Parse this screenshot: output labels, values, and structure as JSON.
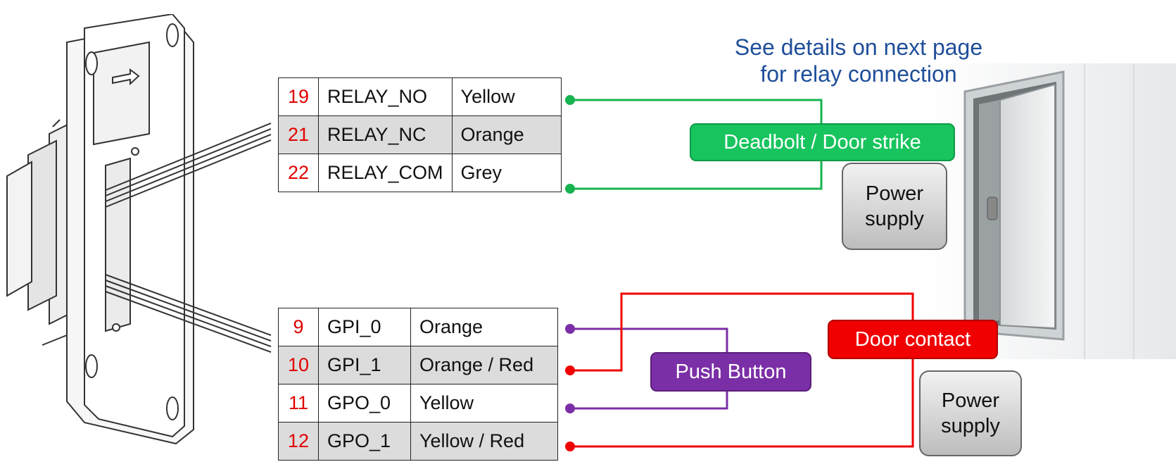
{
  "note": {
    "line1": "See details on next page",
    "line2": "for relay connection"
  },
  "relay_table": [
    {
      "pin": "19",
      "signal": "RELAY_NO",
      "color": "Yellow"
    },
    {
      "pin": "21",
      "signal": "RELAY_NC",
      "color": "Orange"
    },
    {
      "pin": "22",
      "signal": "RELAY_COM",
      "color": "Grey"
    }
  ],
  "gpio_table": [
    {
      "pin": "9",
      "signal": "GPI_0",
      "color": "Orange"
    },
    {
      "pin": "10",
      "signal": "GPI_1",
      "color": "Orange / Red"
    },
    {
      "pin": "11",
      "signal": "GPO_0",
      "color": "Yellow"
    },
    {
      "pin": "12",
      "signal": "GPO_1",
      "color": "Yellow / Red"
    }
  ],
  "devices": {
    "deadbolt": "Deadbolt / Door strike",
    "push_button": "Push Button",
    "door_contact": "Door contact",
    "power_supply_1": [
      "Power",
      "supply"
    ],
    "power_supply_2": [
      "Power",
      "supply"
    ]
  },
  "colors": {
    "relay_wire": "#17b350",
    "push_button_wire": "#7b2fa6",
    "door_contact_wire": "#f00000",
    "pin_number": "#e00000",
    "note_text": "#1f4e9a"
  }
}
